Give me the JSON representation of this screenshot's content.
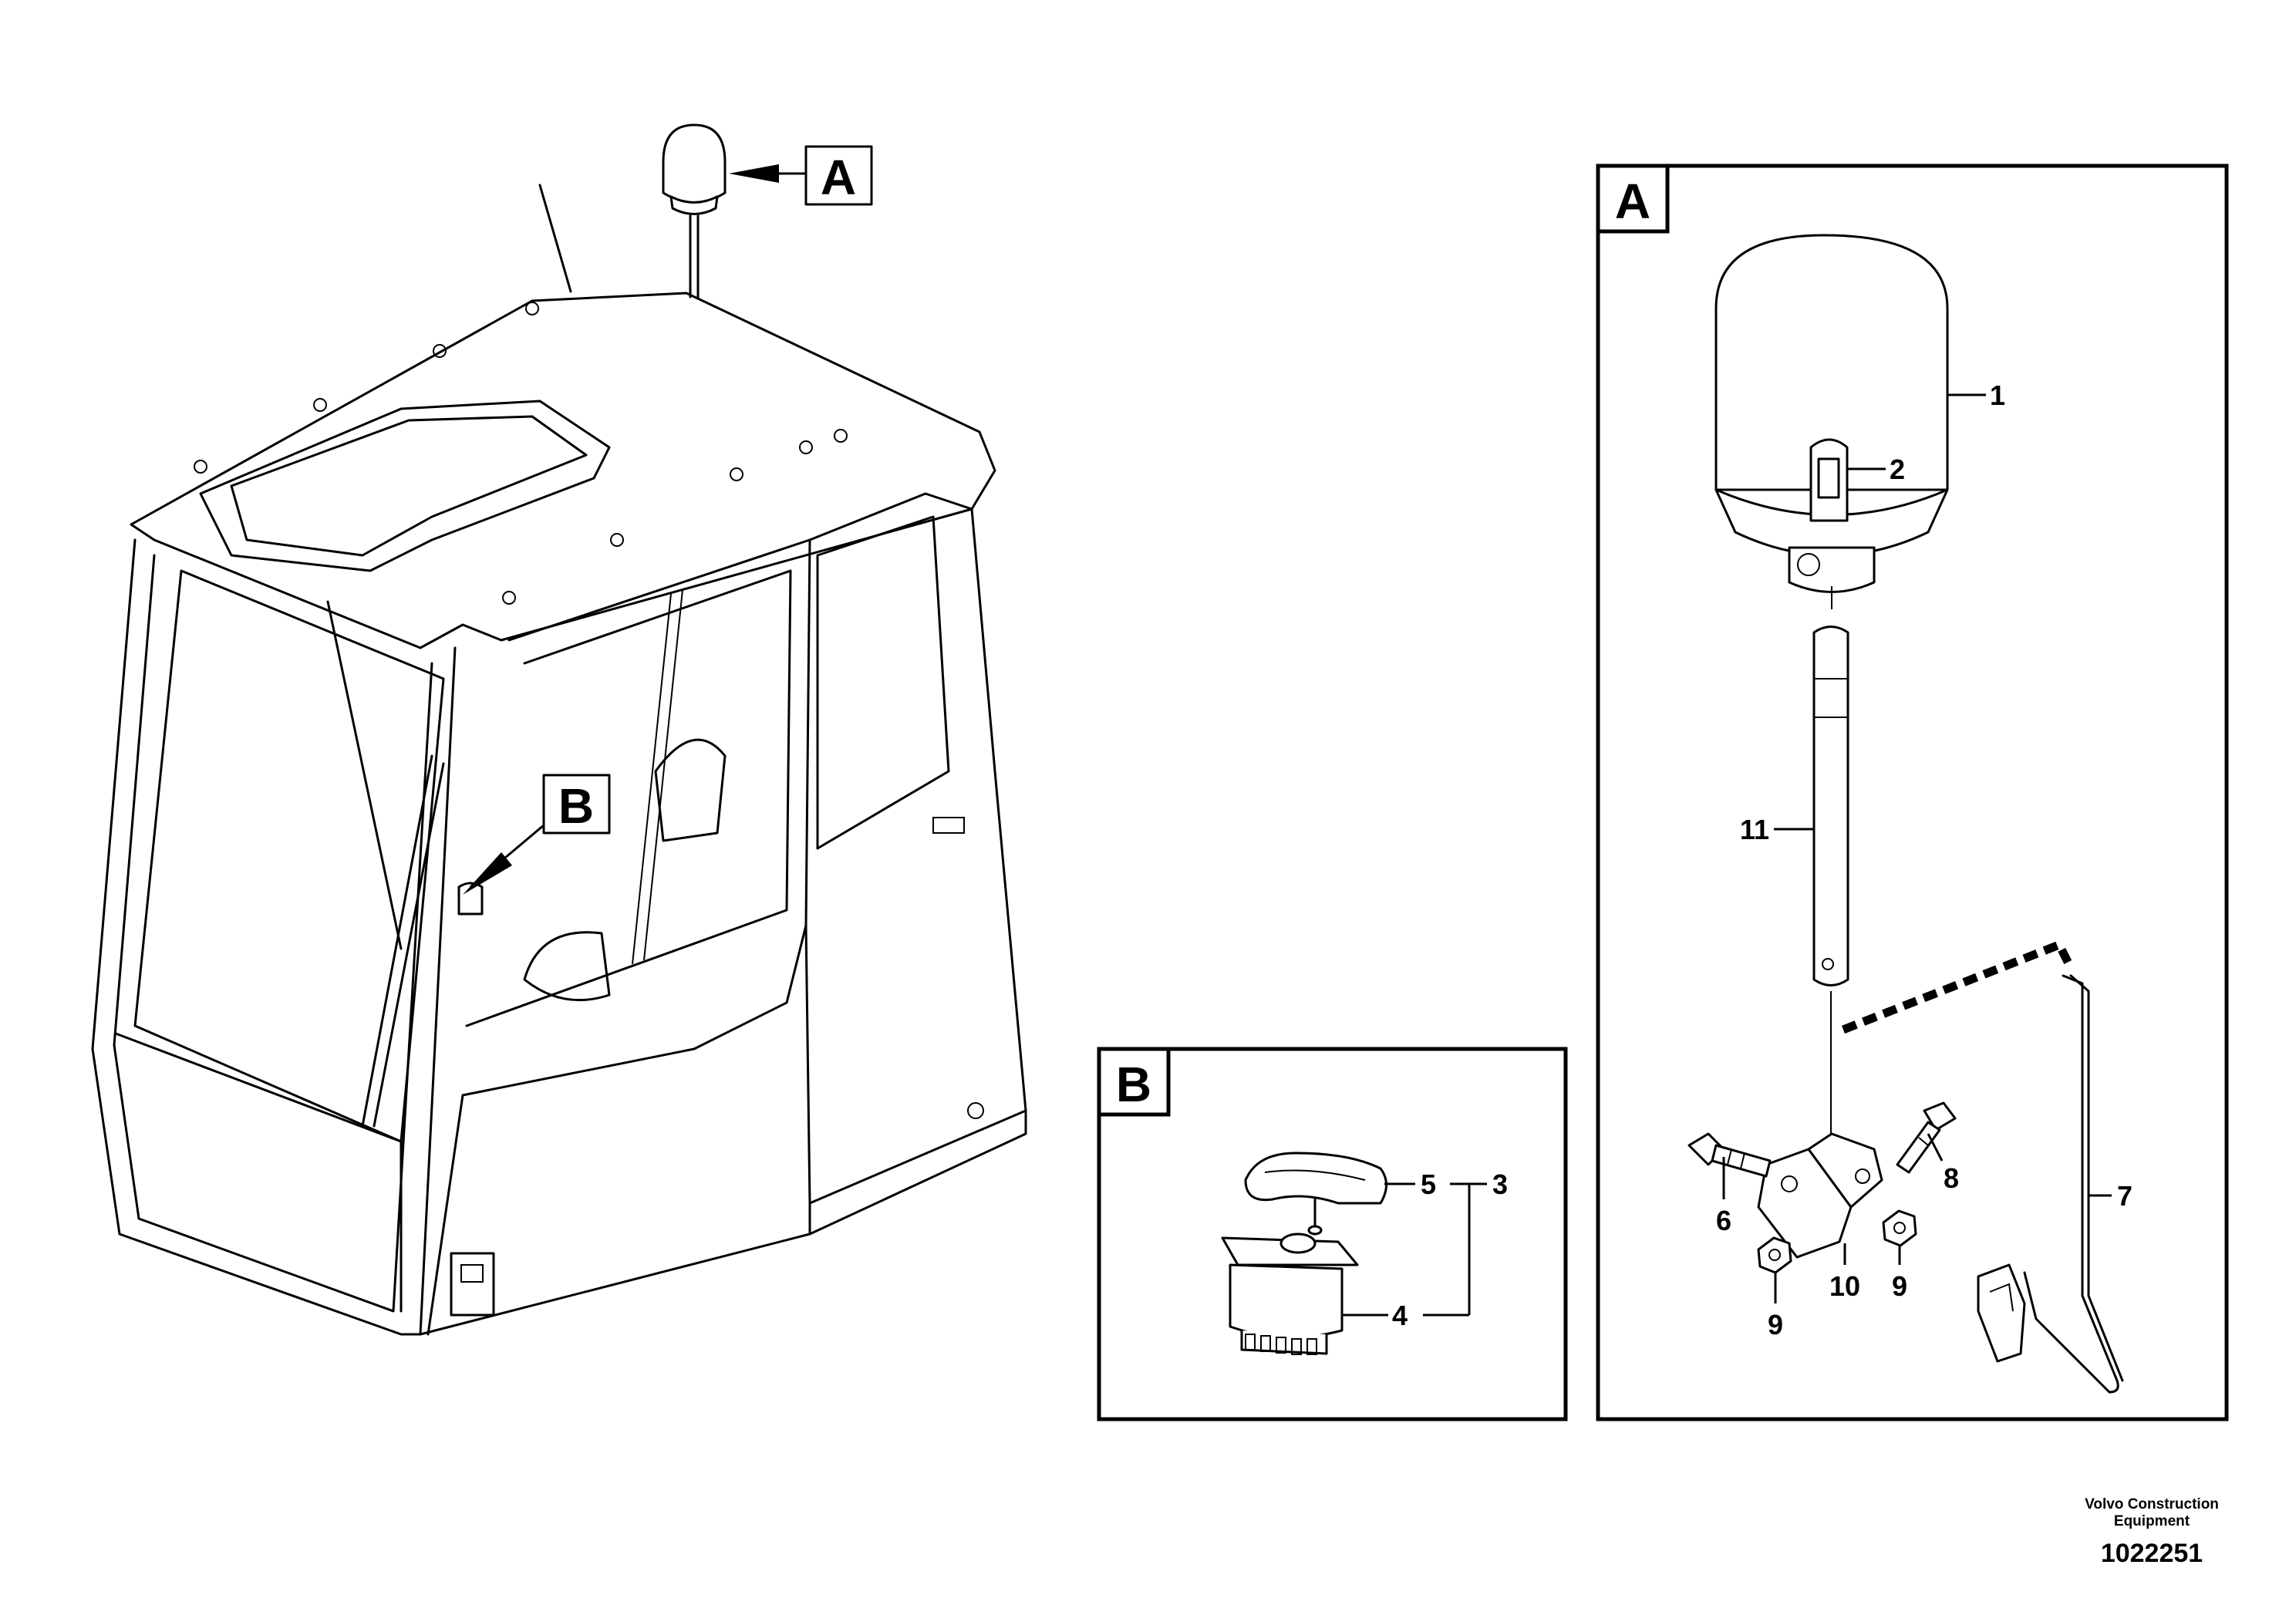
{
  "main_view": {
    "label_a": "A",
    "label_b": "B"
  },
  "detail_a": {
    "label": "A",
    "callouts": {
      "c1": "1",
      "c2": "2",
      "c6": "6",
      "c7": "7",
      "c8": "8",
      "c9a": "9",
      "c9b": "9",
      "c10": "10",
      "c11": "11"
    }
  },
  "detail_b": {
    "label": "B",
    "callouts": {
      "c3": "3",
      "c4": "4",
      "c5": "5"
    }
  },
  "footer": {
    "line1": "Volvo Construction",
    "line2": "Equipment",
    "doc_number": "1022251"
  }
}
